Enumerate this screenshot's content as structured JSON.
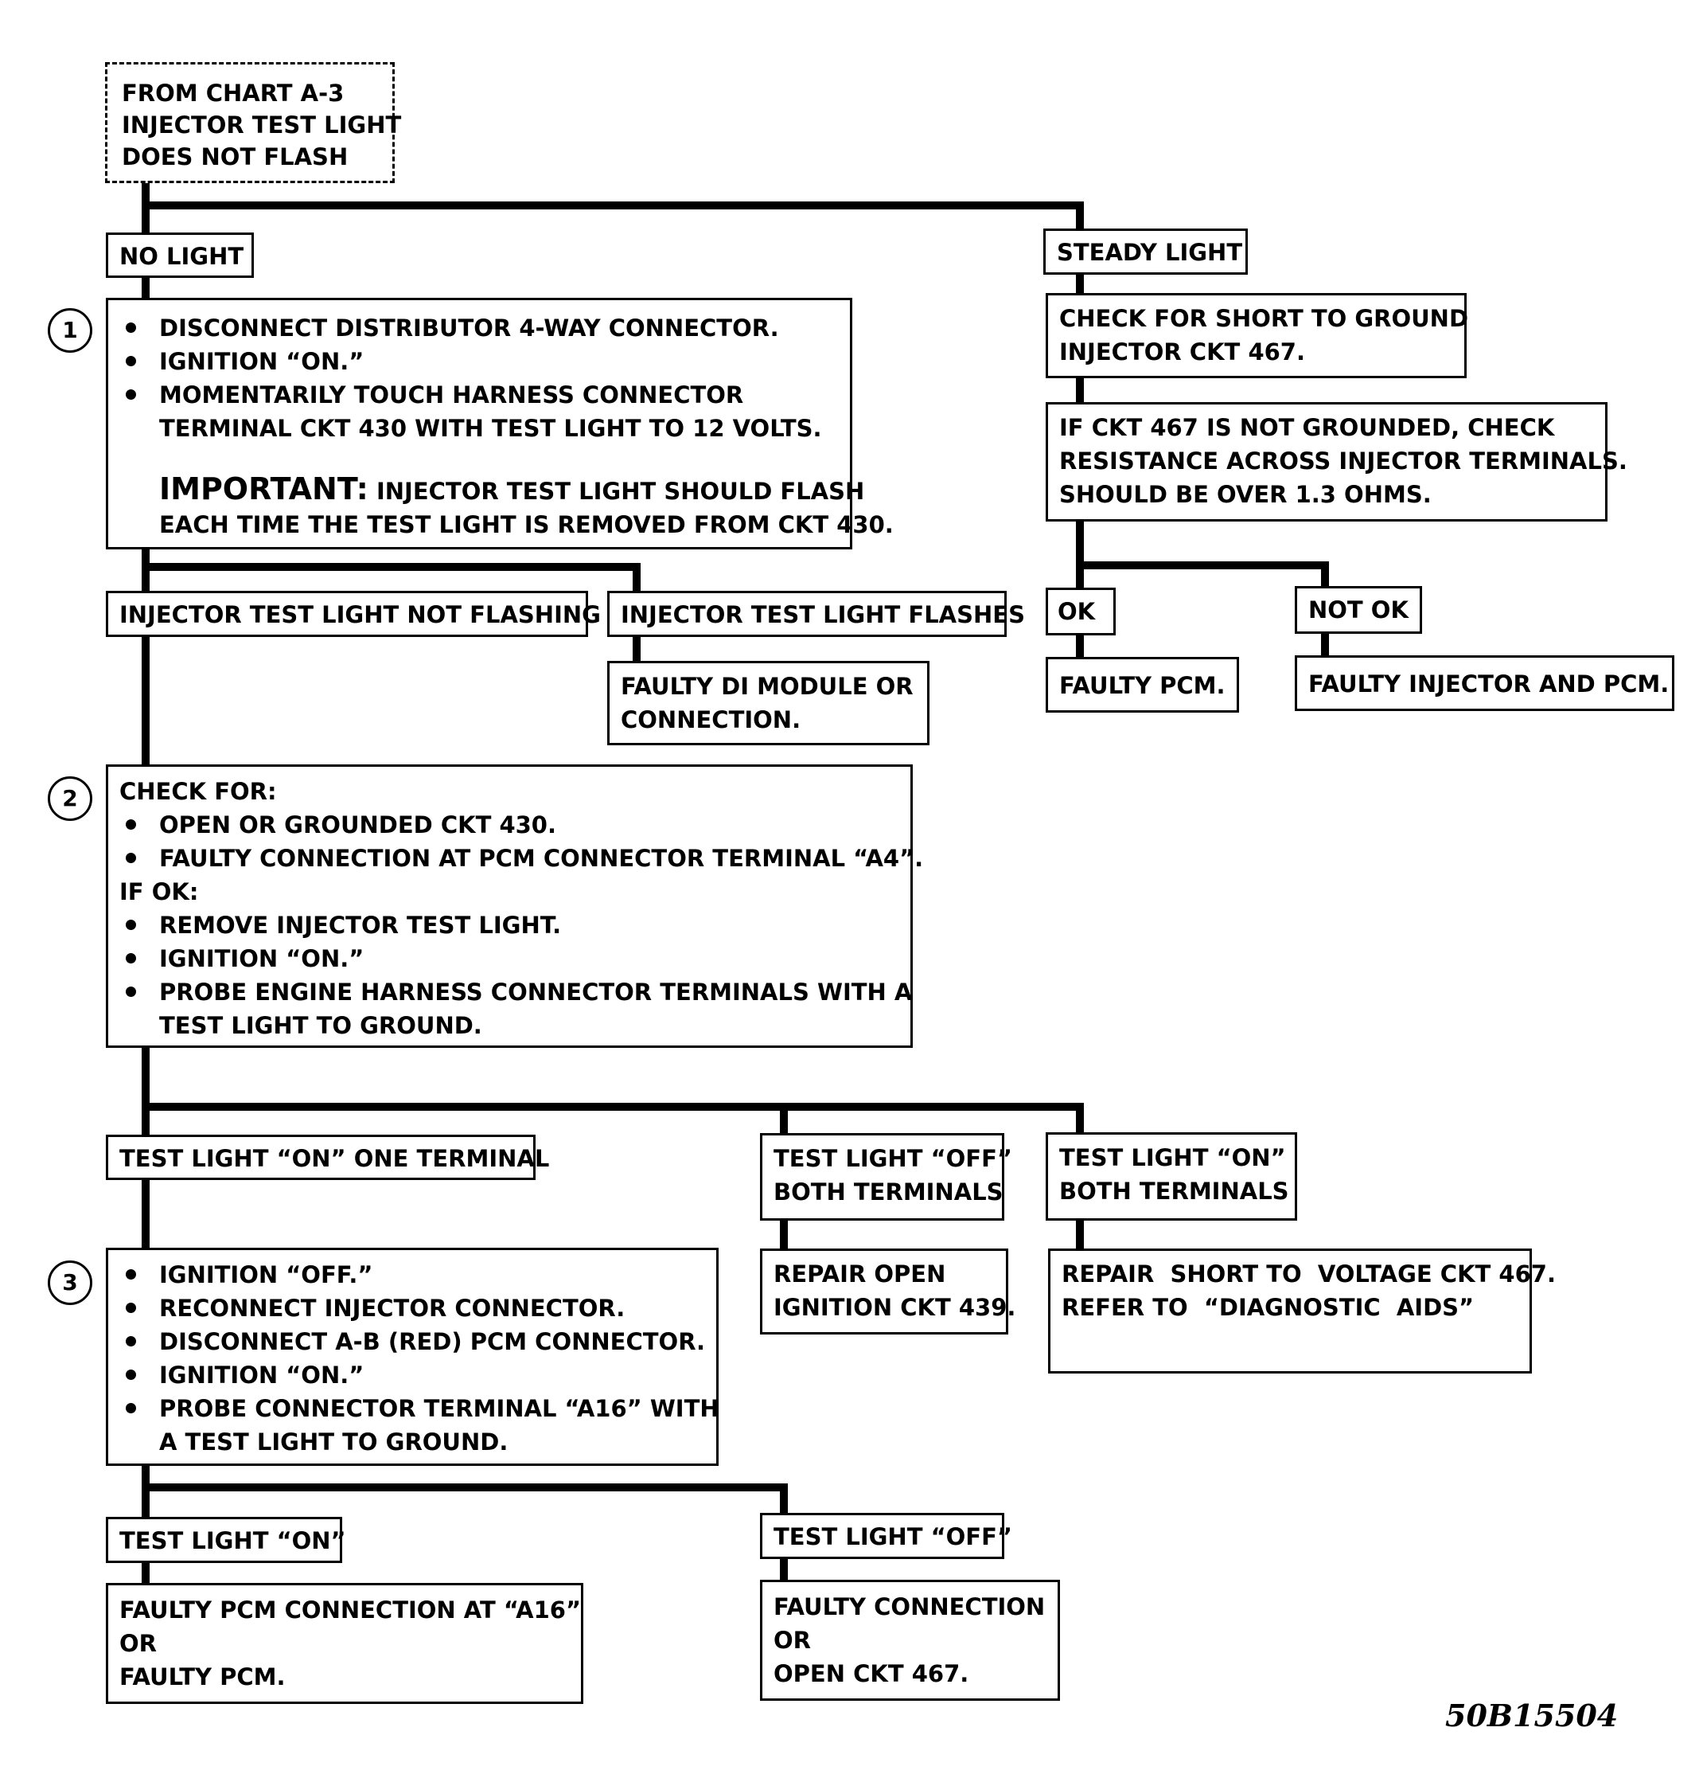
{
  "header": {
    "lines": [
      "FROM CHART A-3",
      "INJECTOR TEST LIGHT",
      "DOES NOT FLASH"
    ]
  },
  "steps": {
    "step1": "1",
    "step2": "2",
    "step3": "3"
  },
  "no_light": {
    "label": "NO LIGHT"
  },
  "step1_box": {
    "bullets": [
      "DISCONNECT DISTRIBUTOR 4-WAY CONNECTOR.",
      "IGNITION “ON.”",
      "MOMENTARILY TOUCH HARNESS CONNECTOR"
    ],
    "bullet3_cont": "TERMINAL CKT 430 WITH TEST LIGHT TO 12 VOLTS.",
    "important_label": "IMPORTANT:",
    "important_text": "INJECTOR TEST LIGHT SHOULD FLASH",
    "important_cont": "EACH TIME THE TEST LIGHT IS REMOVED FROM CKT 430."
  },
  "injector_not_flashing": {
    "label": "INJECTOR TEST LIGHT NOT FLASHING"
  },
  "injector_flashes": {
    "label": "INJECTOR TEST LIGHT FLASHES"
  },
  "faulty_di": {
    "lines": [
      "FAULTY DI MODULE OR",
      "CONNECTION."
    ]
  },
  "steady_light": {
    "label": "STEADY LIGHT"
  },
  "check_short": {
    "lines": [
      "CHECK FOR SHORT TO GROUND",
      "INJECTOR CKT 467."
    ]
  },
  "check_resistance": {
    "lines": [
      "IF CKT 467 IS NOT GROUNDED, CHECK",
      "RESISTANCE ACROSS INJECTOR TERMINALS.",
      "SHOULD BE OVER 1.3 OHMS."
    ]
  },
  "ok": {
    "label": "OK"
  },
  "not_ok": {
    "label": "NOT OK"
  },
  "faulty_pcm": {
    "label": "FAULTY PCM."
  },
  "faulty_injector_pcm": {
    "label": "FAULTY INJECTOR AND PCM."
  },
  "step2_box": {
    "check_for": "CHECK FOR:",
    "check_bullets": [
      "OPEN OR GROUNDED CKT 430.",
      "FAULTY CONNECTION AT PCM CONNECTOR TERMINAL “A4”."
    ],
    "if_ok": "IF OK:",
    "ok_bullets": [
      "REMOVE INJECTOR TEST LIGHT.",
      "IGNITION “ON.”",
      "PROBE ENGINE HARNESS CONNECTOR TERMINALS WITH A"
    ],
    "ok_bullet3_cont": "TEST LIGHT TO GROUND."
  },
  "tl_on_one": {
    "label": "TEST LIGHT “ON” ONE TERMINAL"
  },
  "tl_off_both": {
    "lines": [
      "TEST LIGHT “OFF”",
      "BOTH TERMINALS"
    ]
  },
  "tl_on_both": {
    "lines": [
      "TEST LIGHT “ON”",
      "BOTH TERMINALS"
    ]
  },
  "repair_open": {
    "lines": [
      "REPAIR OPEN",
      "IGNITION CKT 439."
    ]
  },
  "repair_short": {
    "lines": [
      "REPAIR  SHORT TO  VOLTAGE CKT 467.",
      "REFER TO  “DIAGNOSTIC  AIDS”"
    ]
  },
  "step3_box": {
    "bullets": [
      "IGNITION “OFF.”",
      "RECONNECT INJECTOR CONNECTOR.",
      "DISCONNECT A-B (RED) PCM CONNECTOR.",
      "IGNITION “ON.”",
      "PROBE CONNECTOR TERMINAL “A16” WITH"
    ],
    "bullet5_cont": "A TEST LIGHT TO GROUND."
  },
  "tl_on": {
    "label": "TEST LIGHT “ON”"
  },
  "tl_off": {
    "label": "TEST LIGHT “OFF”"
  },
  "faulty_pcm_conn": {
    "lines": [
      "FAULTY PCM CONNECTION AT “A16”",
      "OR",
      "FAULTY PCM."
    ]
  },
  "faulty_conn": {
    "lines": [
      "FAULTY CONNECTION",
      "OR",
      "OPEN CKT 467."
    ]
  },
  "figure_code": "50B15504"
}
